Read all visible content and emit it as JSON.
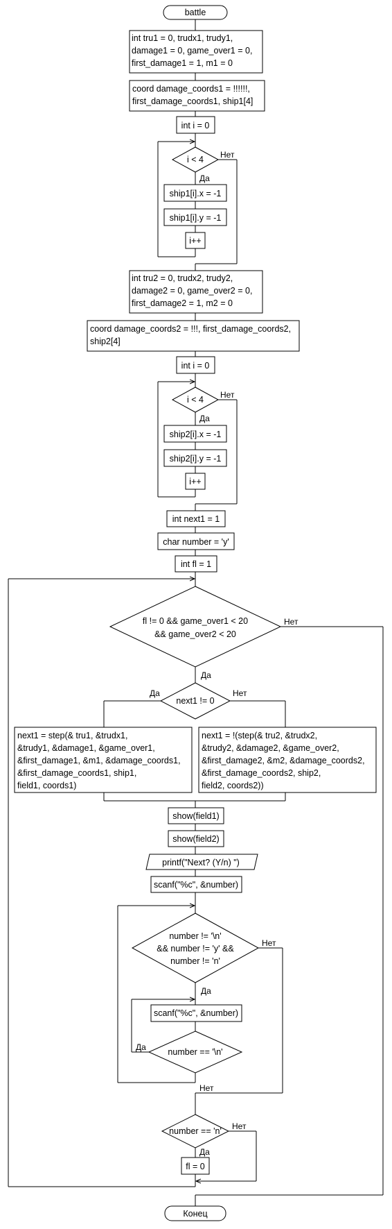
{
  "terminals": {
    "start": "battle",
    "end": "Конец"
  },
  "blocks": {
    "init1": [
      "int tru1 = 0, trudx1, trudy1,",
      "damage1 = 0, game_over1 = 0,",
      "first_damage1 = 1, m1 = 0"
    ],
    "coords1": [
      "coord damage_coords1 = !!!!!!,",
      "first_damage_coords1, ship1[4]"
    ],
    "loop1_init": "int i = 0",
    "loop1_cond": "i < 4",
    "loop1_x": "ship1[i].x = -1",
    "loop1_y": "ship1[i].y = -1",
    "loop1_inc": "i++",
    "init2": [
      "int tru2 = 0, trudx2, trudy2,",
      "damage2 = 0, game_over2 = 0,",
      "first_damage2 = 1, m2 = 0"
    ],
    "coords2": [
      "coord damage_coords2 = !!!, first_damage_coords2,",
      "ship2[4]"
    ],
    "loop2_init": "int i = 0",
    "loop2_cond": "i < 4",
    "loop2_x": "ship2[i].x = -1",
    "loop2_y": "ship2[i].y = -1",
    "loop2_inc": "i++",
    "next1": "int next1 = 1",
    "number": "char number = 'y'",
    "fl": "int fl = 1",
    "main_cond": [
      "fl != 0 && game_over1 < 20",
      "&& game_over2 < 20"
    ],
    "next_cond": "next1 != 0",
    "step1": [
      "next1 = step(& tru1, &trudx1,",
      "&trudy1, &damage1, &game_over1,",
      "&first_damage1, &m1, &damage_coords1,",
      "&first_damage_coords1, ship1,",
      "field1, coords1)"
    ],
    "step2": [
      "next1 = !(step(& tru2, &trudx2,",
      "&trudy2, &damage2, &game_over2,",
      "&first_damage2, &m2, &damage_coords2,",
      "&first_damage_coords2, ship2,",
      "field2, coords2))"
    ],
    "show1": "show(field1)",
    "show2": "show(field2)",
    "printf": "printf(\"Next? (Y/n) \")",
    "scanf1": "scanf(\"%c\", &number)",
    "number_cond": [
      "number != '\\n'",
      "&& number != 'y' &&",
      "number != 'n'"
    ],
    "scanf2": "scanf(\"%c\", &number)",
    "nl_cond": "number == '\\n'",
    "n_cond": "number == 'n'",
    "fl_zero": "fl = 0"
  },
  "labels": {
    "yes": "Да",
    "no": "Нет"
  }
}
